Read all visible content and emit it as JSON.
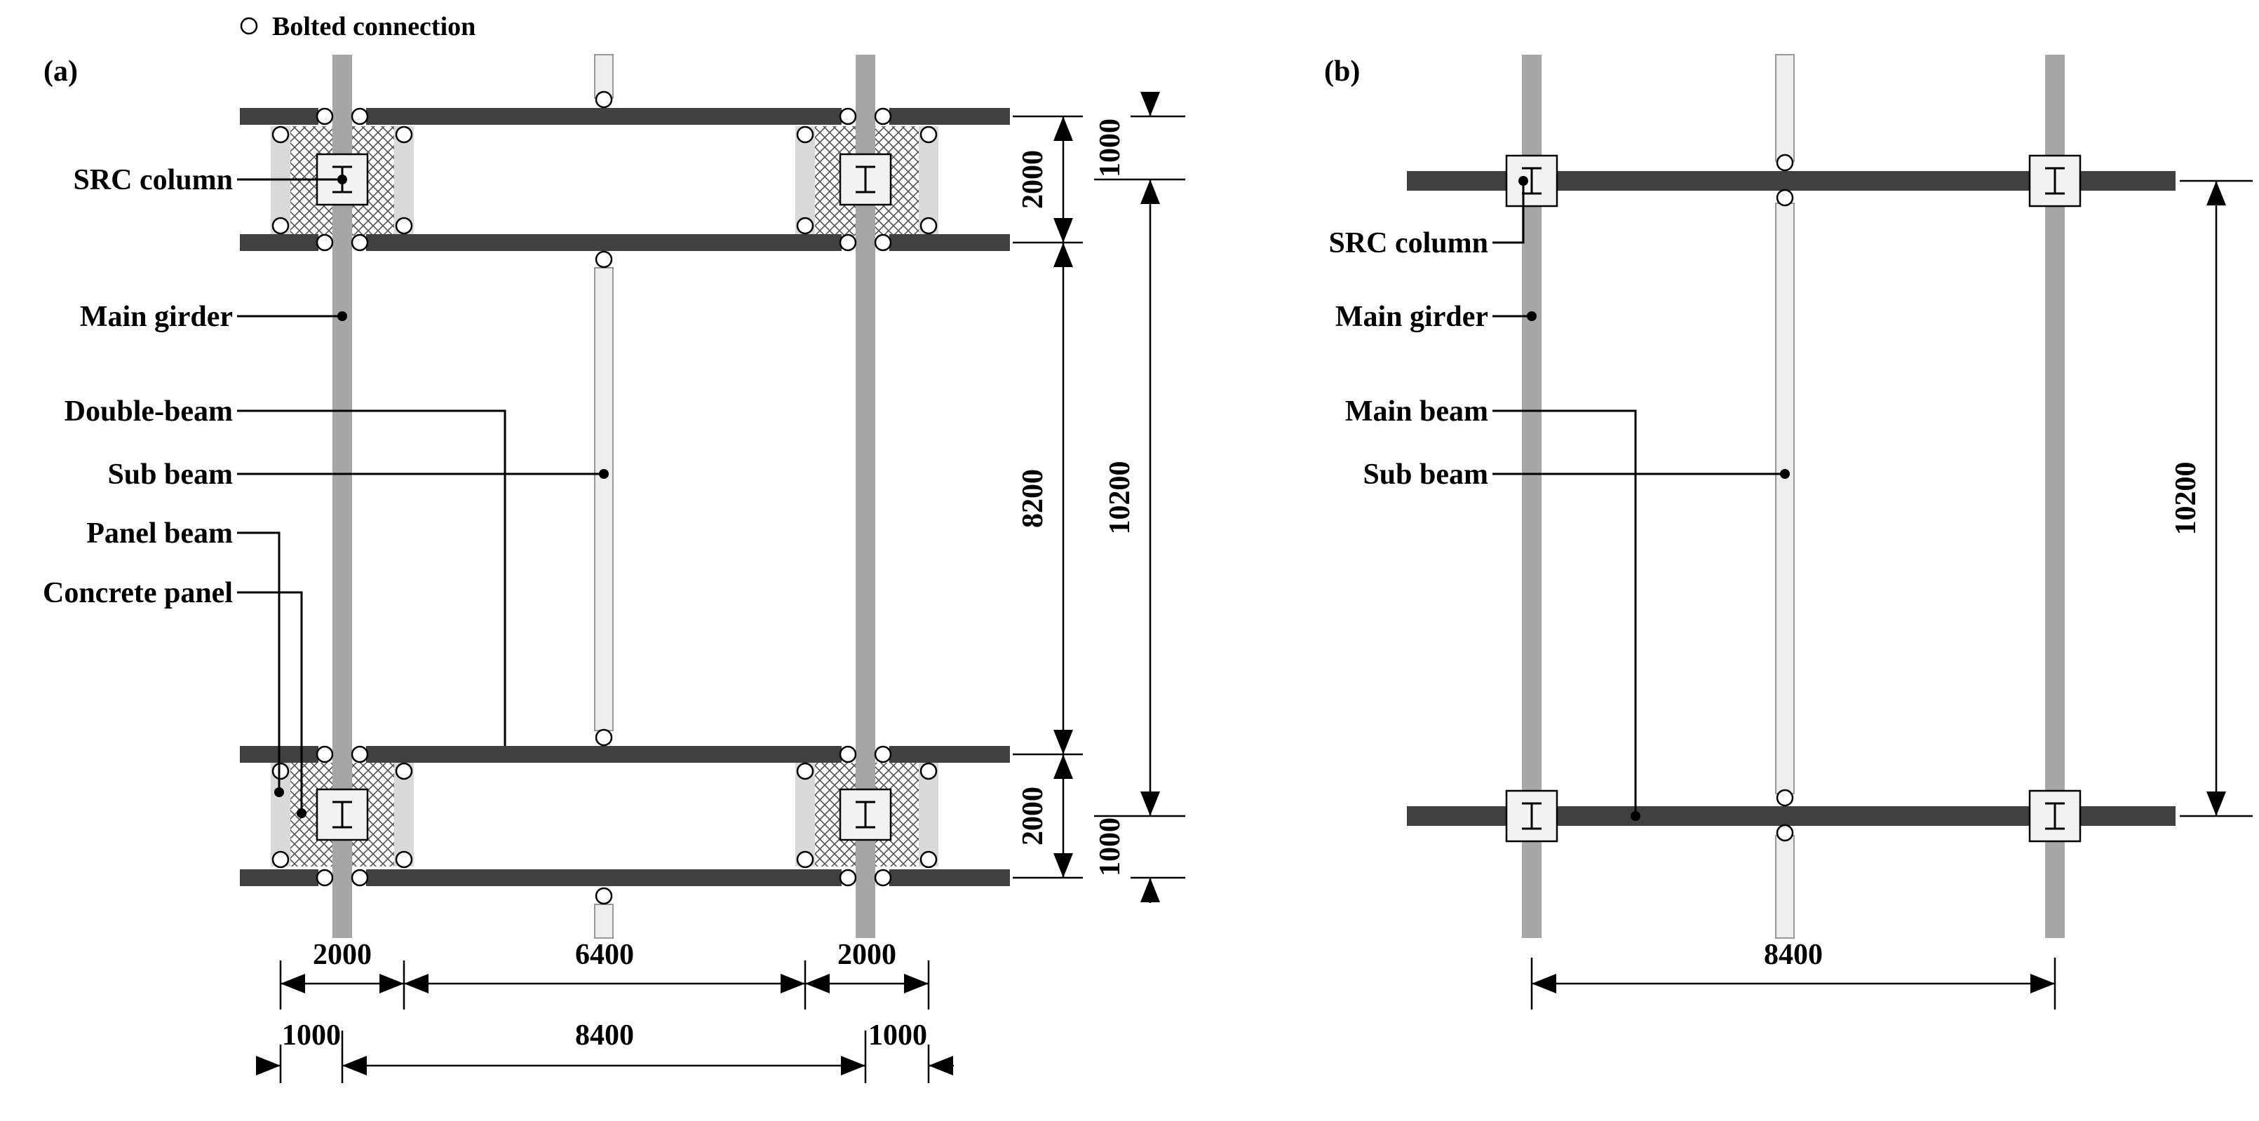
{
  "legend": {
    "bolted_connection": "Bolted connection"
  },
  "panel_a": {
    "label": "(a)",
    "callouts": {
      "src_column": "SRC column",
      "main_girder": "Main girder",
      "double_beam": "Double-beam",
      "sub_beam": "Sub beam",
      "panel_beam": "Panel beam",
      "concrete_panel": "Concrete panel"
    },
    "dims": {
      "bottom_row1": [
        "2000",
        "6400",
        "2000"
      ],
      "bottom_row2": [
        "1000",
        "8400",
        "1000"
      ],
      "right_inner": [
        "2000",
        "8200",
        "2000"
      ],
      "right_outer": [
        "1000",
        "10200",
        "1000"
      ]
    }
  },
  "panel_b": {
    "label": "(b)",
    "callouts": {
      "src_column": "SRC column",
      "main_girder": "Main girder",
      "main_beam": "Main beam",
      "sub_beam": "Sub beam"
    },
    "dims": {
      "bottom": "8400",
      "right": "10200"
    }
  },
  "colors": {
    "main_girder": "#a6a6a6",
    "beam": "#404040",
    "sub_beam": "#eeeeee",
    "panel_beam": "#d9d9d9",
    "column_box": "#f2f2f2"
  }
}
